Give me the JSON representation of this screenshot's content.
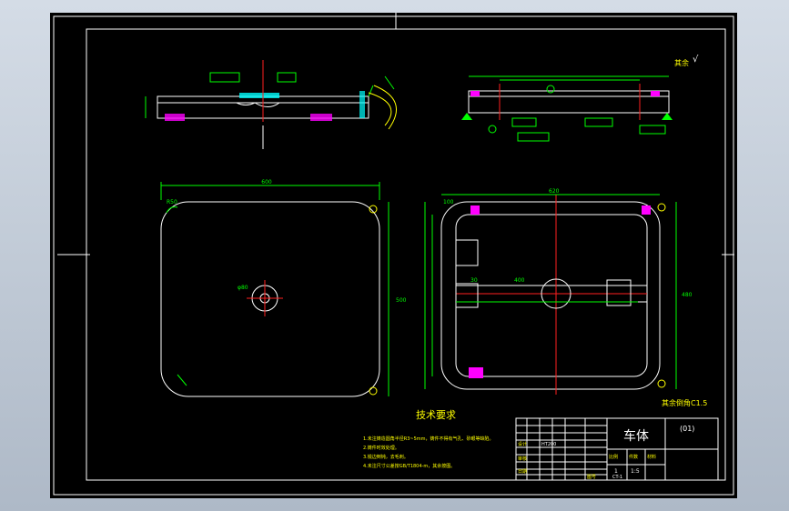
{
  "title_block": {
    "part_name": "车体",
    "drawing_code": "(01)",
    "scale_label": "比例",
    "scale_value": "1:5",
    "qty_label": "件数",
    "qty_value": "1",
    "material_label": "材料",
    "material_value": "HT200",
    "designer_label": "设计",
    "checker_label": "审核",
    "date_label": "日期",
    "sheet_label": "图号",
    "sheet_value": "CT-1"
  },
  "tech_req": {
    "heading": "技术要求",
    "items": [
      "1.未注铸造圆角半径R3~5mm，铸件不得有气孔、砂眼等缺陷。",
      "2.铸件时效处理。",
      "3.锐边倒钝，去毛刺。",
      "4.未注尺寸公差按GB/T1804-m，其余按图。"
    ]
  },
  "roughness_note": {
    "label": "其余",
    "value": "√"
  },
  "plan_note": "其余倒角C1.5",
  "dimensions": {
    "top_width": "600",
    "side_height": "500",
    "right_height": "480",
    "right_width": "620",
    "frame_width": "100",
    "inner_width": "400",
    "plate_thk": "30",
    "hole_dia": "φ80",
    "radius": "R50"
  },
  "colors": {
    "background": "#000000",
    "lines": "#ffffff",
    "dimensions": "#00ff00",
    "centerlines": "#ff2020",
    "hatch": "#ff00ff",
    "highlight": "#00ffff",
    "text": "#ffff00"
  }
}
